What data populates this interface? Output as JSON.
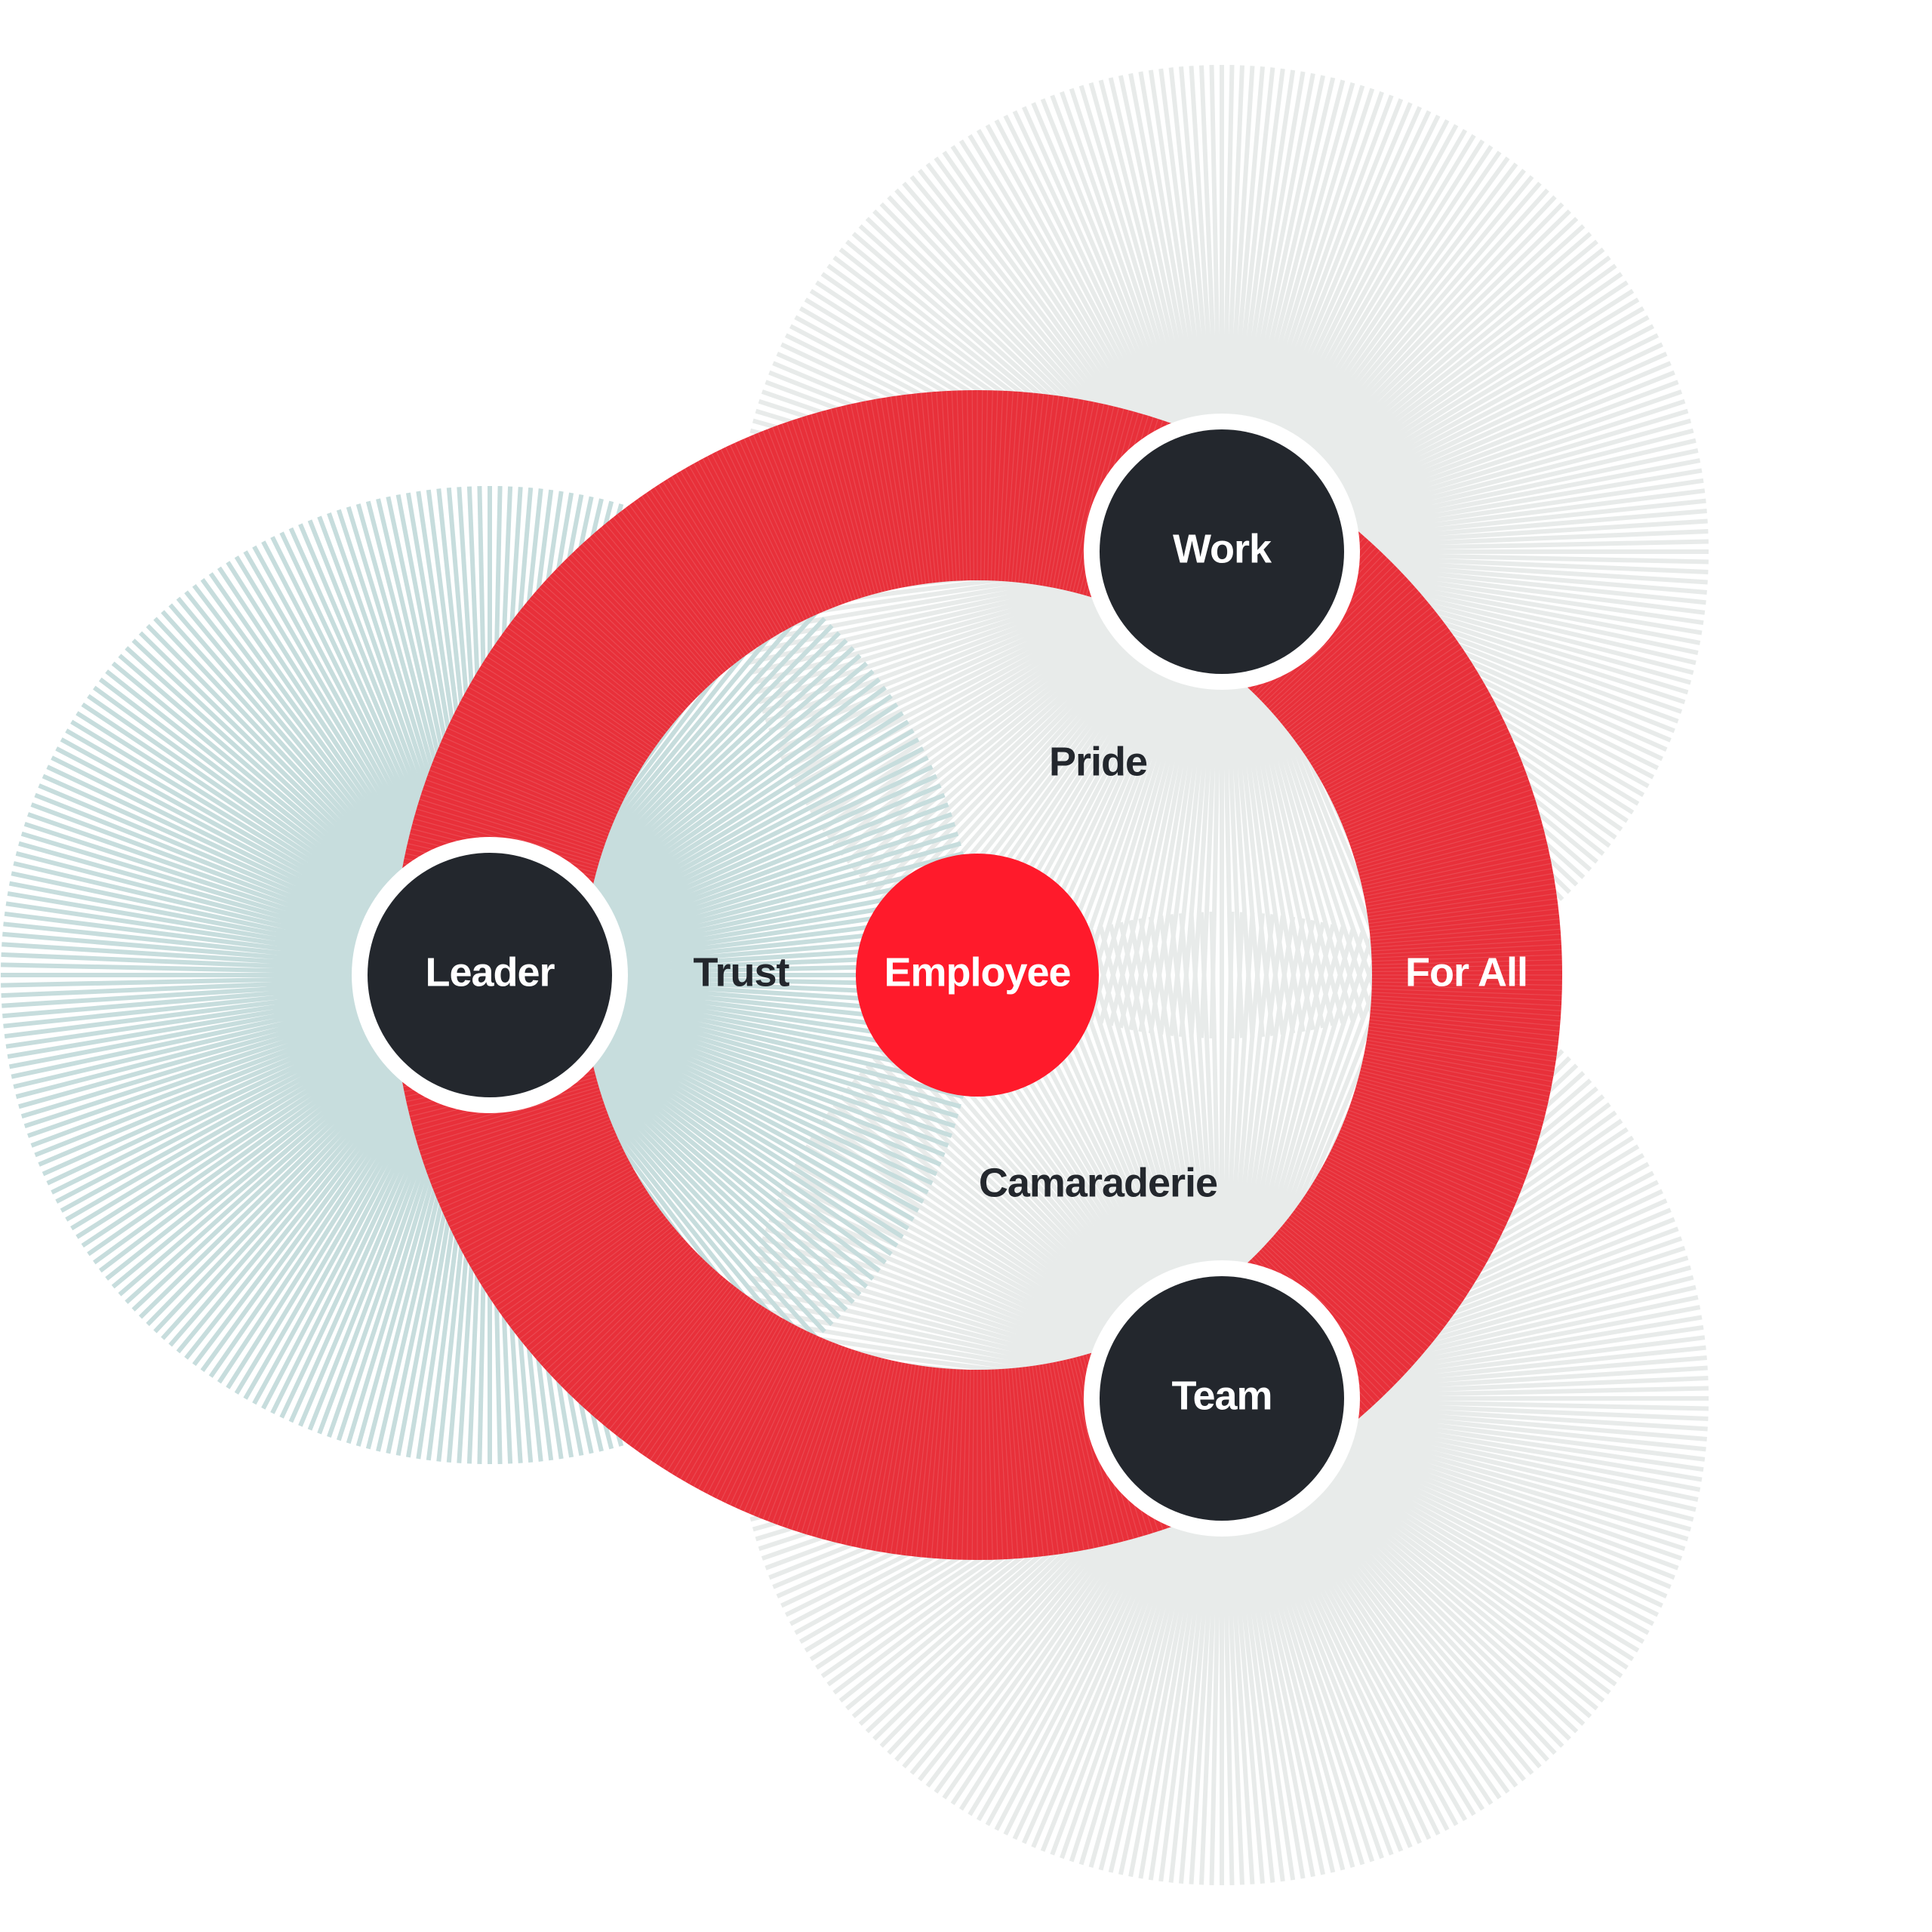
{
  "diagram": {
    "center": {
      "label": "Employee"
    },
    "nodes": {
      "leader": {
        "label": "Leader"
      },
      "work": {
        "label": "Work"
      },
      "team": {
        "label": "Team"
      }
    },
    "zones": {
      "trust": {
        "label": "Trust"
      },
      "pride": {
        "label": "Pride"
      },
      "camaraderie": {
        "label": "Camaraderie"
      },
      "for_all": {
        "label": "For All"
      }
    },
    "colors": {
      "ring_red": "#e8303a",
      "center_red": "#ff1a2b",
      "node_dark": "#23272d",
      "teal_burst": "#c7dddd",
      "gray_burst": "#e8ebea",
      "text_dark": "#23272d",
      "text_light": "#ffffff"
    }
  }
}
